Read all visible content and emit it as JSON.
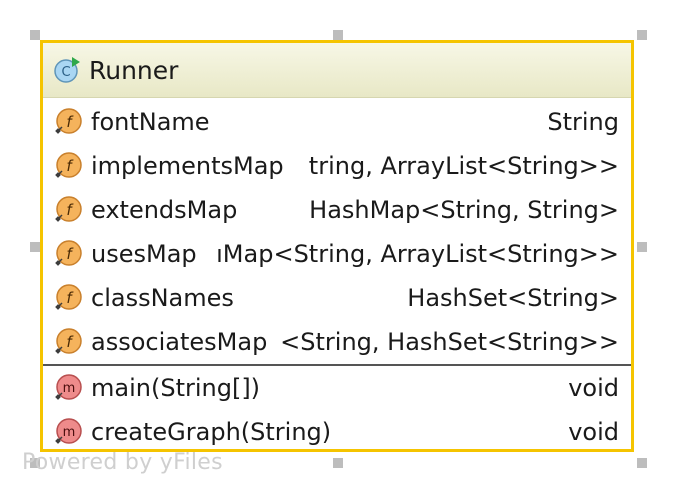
{
  "watermark": "Powered by yFiles",
  "class": {
    "name": "Runner",
    "icon": "class-icon"
  },
  "fields": [
    {
      "name": "fontName",
      "type": "String",
      "icon": "field-icon"
    },
    {
      "name": "implementsMap",
      "type": "tring, ArrayList<String>>",
      "icon": "field-icon"
    },
    {
      "name": "extendsMap",
      "type": "HashMap<String, String>",
      "icon": "field-icon"
    },
    {
      "name": "usesMap",
      "type": "ıMap<String, ArrayList<String>>",
      "icon": "field-icon"
    },
    {
      "name": "classNames",
      "type": "HashSet<String>",
      "icon": "field-icon"
    },
    {
      "name": "associatesMap",
      "type": "<String, HashSet<String>>",
      "icon": "field-icon"
    }
  ],
  "methods": [
    {
      "name": "main(String[])",
      "type": "void",
      "icon": "method-icon"
    },
    {
      "name": "createGraph(String)",
      "type": "void",
      "icon": "method-icon"
    }
  ],
  "colors": {
    "border": "#f5c400",
    "field_icon": "#f0a848",
    "method_icon": "#e87878",
    "class_icon": "#9fd0ef"
  }
}
